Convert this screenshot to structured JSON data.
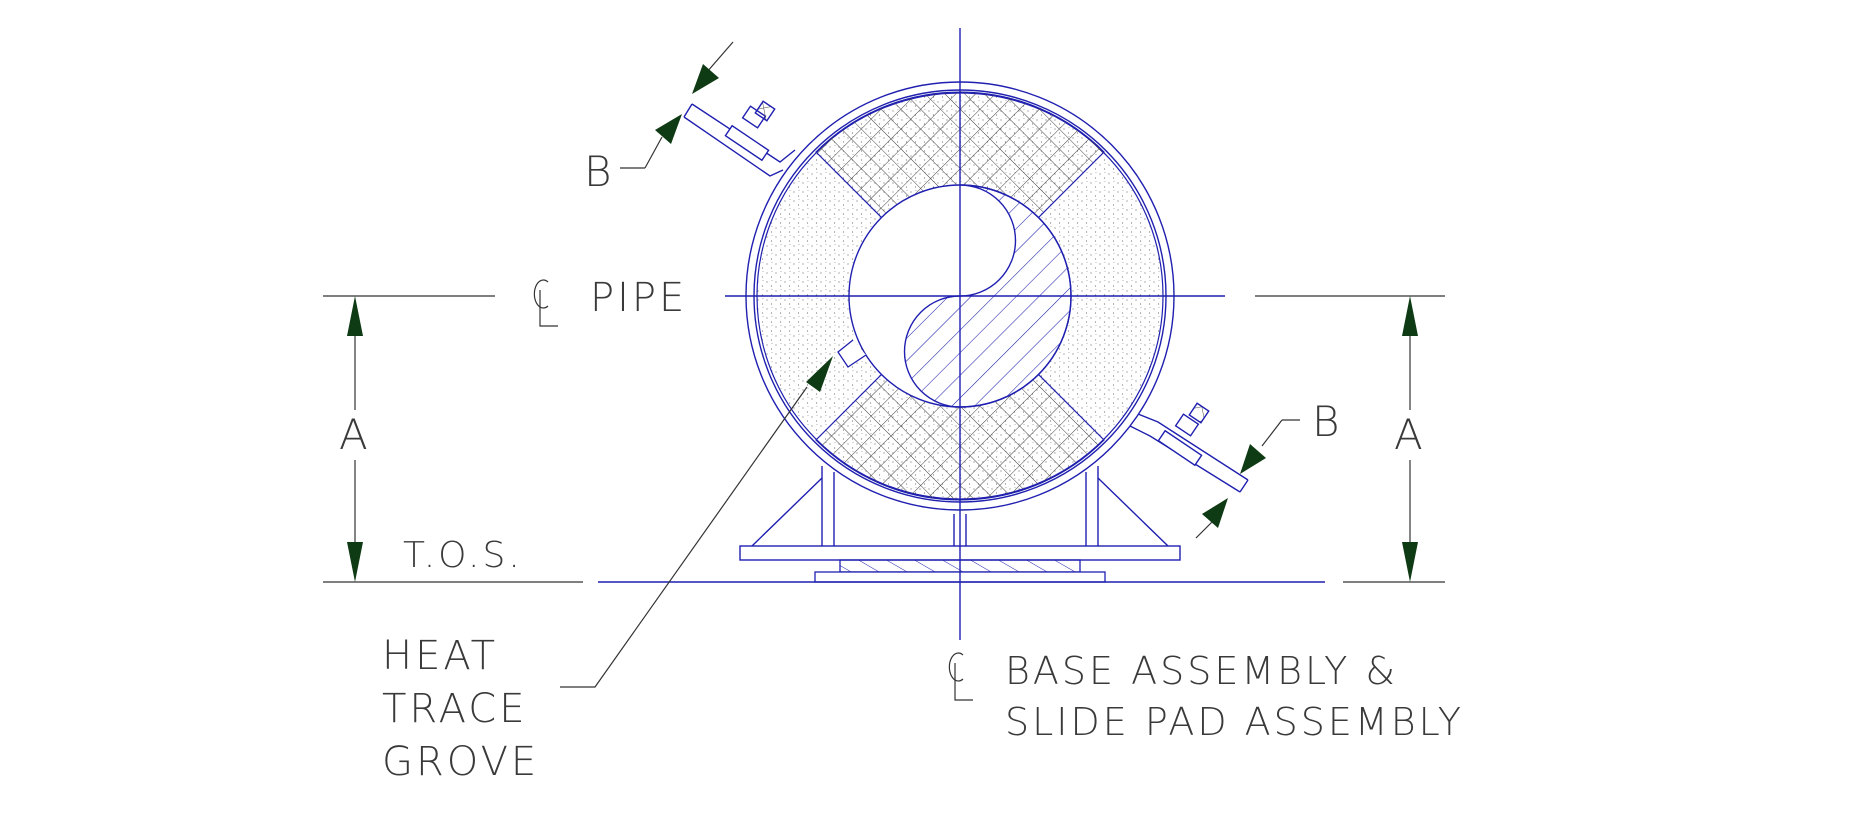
{
  "labels": {
    "cl_pipe": "PIPE",
    "centerline_symbol": "CL",
    "dim_a": "A",
    "dim_b": "B",
    "tos": "T.O.S.",
    "heat_trace_line1": "HEAT",
    "heat_trace_line2": "TRACE",
    "heat_trace_line3": "GROVE",
    "base_line1": "BASE ASSEMBLY &",
    "base_line2": "SLIDE PAD ASSEMBLY"
  },
  "colors": {
    "geometry": "#1f1fb0",
    "dimension": "#333333",
    "arrow": "#0e3a14",
    "background": "#ffffff"
  }
}
